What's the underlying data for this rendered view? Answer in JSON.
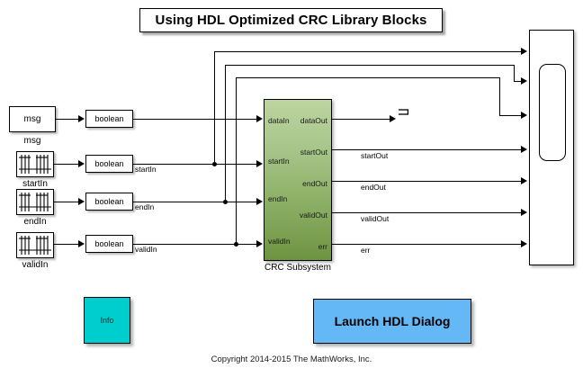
{
  "title": {
    "text": "Using HDL Optimized CRC Library Blocks"
  },
  "copyright": {
    "text": "Copyright 2014-2015 The MathWorks, Inc."
  },
  "sources": [
    {
      "name": "msg",
      "block_text": "msg",
      "label": "msg",
      "icon": "constant-block",
      "converter": "boolean",
      "signal_label": ""
    },
    {
      "name": "startIn",
      "block_text": "",
      "label": "startIn",
      "icon": "signal-builder-icon",
      "converter": "boolean",
      "signal_label": "startIn"
    },
    {
      "name": "endIn",
      "block_text": "",
      "label": "endIn",
      "icon": "signal-builder-icon",
      "converter": "boolean",
      "signal_label": "endIn"
    },
    {
      "name": "validIn",
      "block_text": "",
      "label": "validIn",
      "icon": "signal-builder-icon",
      "converter": "boolean",
      "signal_label": "validIn"
    }
  ],
  "crc_subsystem": {
    "label": "CRC Subsystem",
    "inputs": [
      "dataIn",
      "startIn",
      "endIn",
      "validIn"
    ],
    "outputs": [
      "dataOut",
      "startOut",
      "endOut",
      "validOut",
      "err"
    ],
    "output_signal_labels": [
      "startOut",
      "endOut",
      "validOut",
      "err"
    ],
    "gradient_top": "#bdd4a0",
    "gradient_bottom": "#6d9441"
  },
  "terminator": {
    "name": "terminator"
  },
  "scope": {
    "name": "scope-block",
    "port_count": 7
  },
  "buttons": {
    "info": {
      "label": "Info",
      "color": "#00cdcd"
    },
    "launch": {
      "label": "Launch HDL Dialog",
      "color": "#63b8f5"
    }
  }
}
